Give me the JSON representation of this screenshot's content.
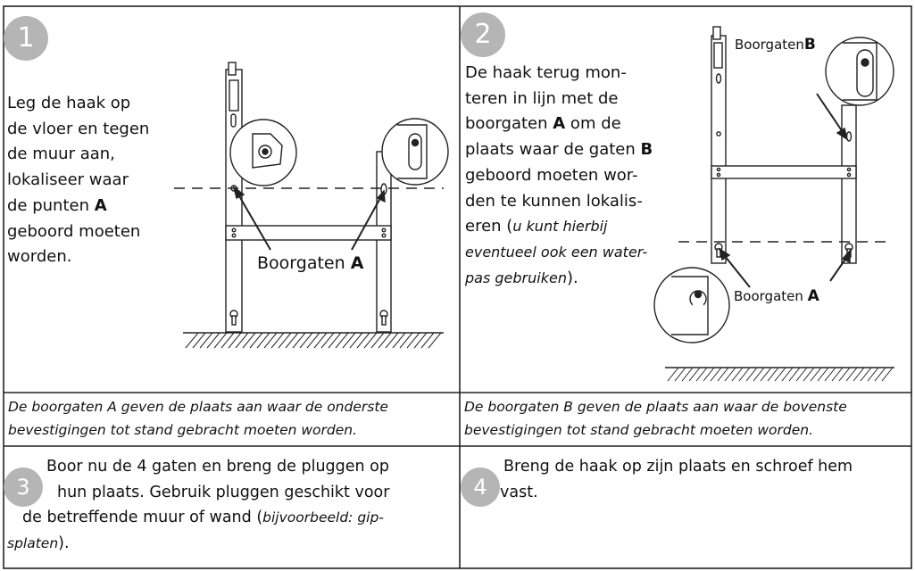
{
  "step1": {
    "number": "1",
    "text": [
      "Leg de haak op",
      "de vloer en tegen",
      "de muur aan,",
      "lokaliseer waar"
    ],
    "text_bold_line": {
      "before": "de punten ",
      "bold": "A"
    },
    "text_tail": [
      "geboord moeten",
      "worden."
    ],
    "figure_label": {
      "text": "Boorgaten ",
      "bold": "A"
    }
  },
  "step2": {
    "number": "2",
    "lines": [
      {
        "before": "De haak terug mon-",
        "bold": "",
        "after": ""
      },
      {
        "before": "teren in lijn met de",
        "bold": "",
        "after": ""
      },
      {
        "before": "boorgaten ",
        "bold": "A",
        "after": " om de"
      },
      {
        "before": "plaats waar de gaten ",
        "bold": "B",
        "after": ""
      },
      {
        "before": "geboord moeten wor-",
        "bold": "",
        "after": ""
      },
      {
        "before": "den te kunnen lokalis-",
        "bold": "",
        "after": ""
      }
    ],
    "line7_before": "eren (",
    "line7_italic": "u kunt hierbij",
    "line8_italic": "eventueel ook een water-",
    "line9_italic": "pas gebruiken",
    "line9_after": ").",
    "figure_label_top": {
      "text": "Boorgaten",
      "bold": "B"
    },
    "figure_label_bottom": {
      "text": "Boorgaten ",
      "bold": "A"
    }
  },
  "caption1": [
    "De boorgaten A geven de plaats aan waar de onderste",
    "bevestigingen tot stand gebracht moeten worden."
  ],
  "caption2": [
    "De boorgaten B geven de plaats aan waar de bovenste",
    "bevestigingen tot stand gebracht moeten worden."
  ],
  "step3": {
    "number": "3",
    "line1": "Boor nu de 4 gaten en breng de pluggen op",
    "line2": "hun plaats. Gebruik pluggen geschikt voor",
    "line3_before": "de betreffende muur of wand (",
    "line3_italic": "bijvoorbeeld: gip-",
    "line4_italic": "splaten",
    "line4_after": ")."
  },
  "step4": {
    "number": "4",
    "line1": "Breng de haak op zijn plaats en schroef hem",
    "line2": "vast."
  }
}
